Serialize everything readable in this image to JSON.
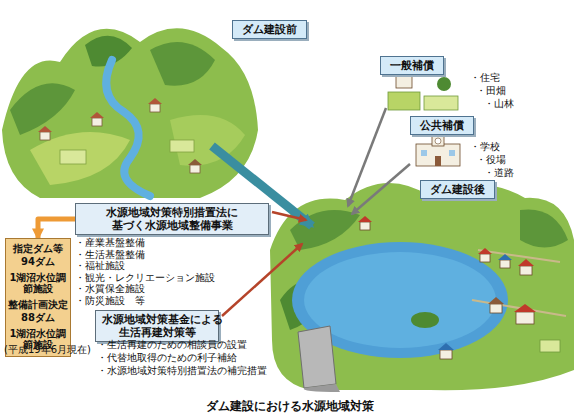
{
  "diagram": {
    "caption": "ダム建設における水源地域対策",
    "nodes": [
      {
        "text": [
          "ダム建設前"
        ]
      },
      {
        "text": [
          "一般補償"
        ]
      },
      {
        "text": [
          "公共補償"
        ]
      },
      {
        "text": [
          "ダム建設後"
        ]
      },
      {
        "text": [
          "水源地域対策特別措置法に 基づく水源地域整備事業"
        ]
      },
      {
        "text": [
          "指定ダム等",
          "94ダム",
          "1湖沼水位調節施設",
          "整備計画決定",
          "88ダム",
          "1湖沼水位調節施設"
        ]
      },
      {
        "text": [
          "水源地域対策基金による 生活再建対策等"
        ]
      }
    ],
    "edges": [
      {
        "from": 4,
        "to": 5,
        "arrow": "to"
      }
    ],
    "labels": [
      "・住宅",
      "・田畑",
      "・山林",
      "・学校",
      "・役場",
      "・道路",
      "・産業基盤整備",
      "・生活基盤整備",
      "・福祉施設",
      "・観光・レクリエーション施設",
      "・水質保全施設",
      "・防災施設　等",
      "(平成19年6月現在)",
      "・生活再建のための相談員の設置",
      "・代替地取得のための利子補給",
      "・水源地域対策特別措置法の補完措置"
    ]
  }
}
